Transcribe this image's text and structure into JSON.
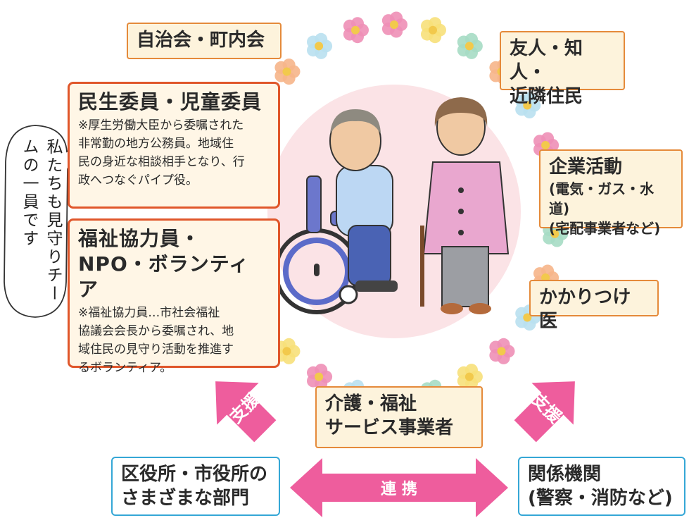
{
  "nodes": {
    "jichikai": "自治会・町内会",
    "yujin_line1": "友人・知人・",
    "yujin_line2": "近隣住民",
    "minsei_title": "民生委員・児童委員",
    "minsei_note_1": "※厚生労働大臣から委嘱された",
    "minsei_note_2": "非常勤の地方公務員。地域住",
    "minsei_note_3": "民の身近な相談相手となり、行",
    "minsei_note_4": "政へつなぐパイプ役。",
    "fukushi_title_1": "福祉協力員・",
    "fukushi_title_2": "NPO・ボランティア",
    "fukushi_note_1": "※福祉協力員…市社会福祉",
    "fukushi_note_2": "協議会会長から委嘱され、地",
    "fukushi_note_3": "域住民の見守り活動を推進す",
    "fukushi_note_4": "るボランティア。",
    "kigyo_title": "企業活動",
    "kigyo_sub1": "(電気・ガス・水道)",
    "kigyo_sub2": "(宅配事業者など)",
    "kakaritsuke": "かかりつけ医",
    "kaigo_1": "介護・福祉",
    "kaigo_2": "サービス事業者",
    "kuyakusho_1": "区役所・市役所の",
    "kuyakusho_2": "さまざまな部門",
    "kankei_1": "関係機関",
    "kankei_2": "(警察・消防など)"
  },
  "speech_bubble": "私たちも見守りチームの一員です",
  "arrows": {
    "support_left": "支援",
    "support_right": "支援",
    "cooperation": "連 携"
  },
  "colors": {
    "accent_orange": "#e0562a",
    "box_fill": "#fdf3dc",
    "link_blue": "#35a7d6",
    "arrow_pink": "#ee5d9d",
    "center_circle": "#fbe3e6"
  }
}
